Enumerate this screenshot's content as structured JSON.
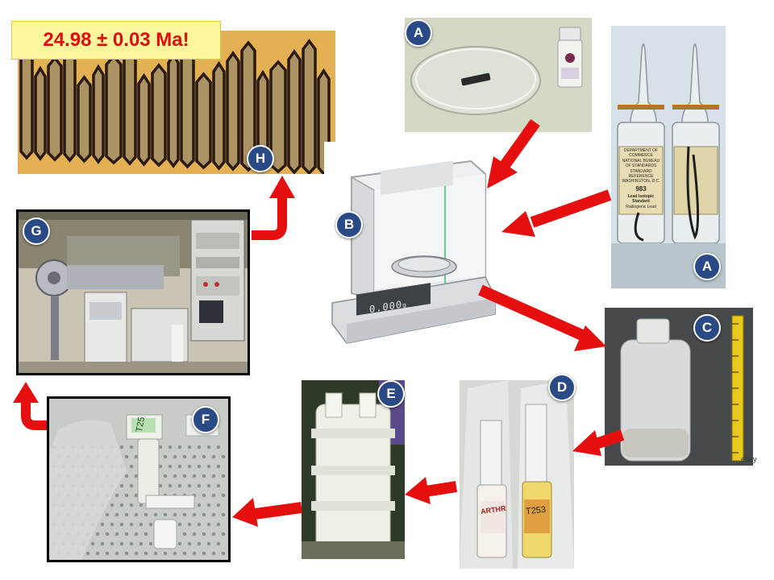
{
  "age_result": "24.98 ± 0.03 Ma!",
  "panels": {
    "A_top": "A",
    "A_right": "A",
    "B": "B",
    "C": "C",
    "D": "D",
    "E": "E",
    "F": "F",
    "G": "G",
    "H": "H"
  },
  "balance_display": "0.000",
  "balance_unit": "g",
  "vial_labels": {
    "left": "ARTHR",
    "right": "T253"
  },
  "tube_label": "T25",
  "reference_label": {
    "line1": "DEPARTMENT OF COMMERCE",
    "line2": "NATIONAL BUREAU OF STANDARDS",
    "line3": "STANDARD REFERENCE",
    "line4": "WASHINGTON, D.C.",
    "number": "983",
    "line5": "Lead Isotopic Standard",
    "line6": "Radiogenic Lead"
  },
  "ebay_mark": "ebay",
  "colors": {
    "arrow": "#e60f0f",
    "badge": "#2a4a86",
    "label_bg": "#fff59d",
    "label_text": "#e10d0d"
  }
}
